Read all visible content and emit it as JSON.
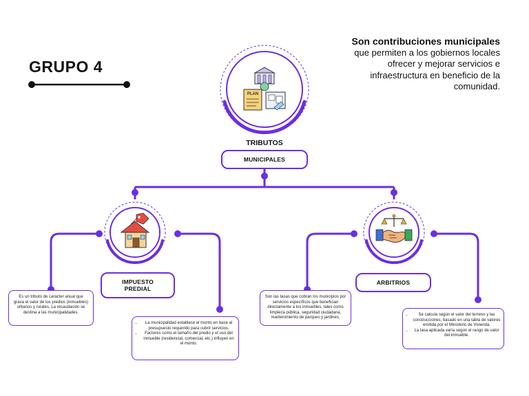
{
  "header": {
    "group_title": "GRUPO 4"
  },
  "intro": {
    "lead": "Son contribuciones municipales",
    "line2": "que permiten a los gobiernos locales",
    "line3": "ofrecer y mejorar servicios e",
    "line4": "infraestructura en beneficio de la",
    "line5": "comunidad."
  },
  "root": {
    "title": "TRIBUTOS",
    "subtitle": "MUNICIPALES",
    "icon_text": "PLAN"
  },
  "impuesto": {
    "label_line1": "IMPUESTO",
    "label_line2": "PREDIAL",
    "desc": "Es un tributo de carácter anual que grava el valor de los predios (inmuebles) urbanos y rurales. La recaudación se destina a las municipalidades.",
    "bullets": [
      "La municipalidad establece el monto en base al presupuesto requerido para cubrir servicios.",
      "Factores como el tamaño del predio y el uso del inmueble (residencial, comercial, etc.) influyen en el monto."
    ]
  },
  "arbitrios": {
    "label": "ARBITRIOS",
    "desc": "Son las tasas que cobran los municipios por servicios específicos que benefician directamente a los inmuebles, tales como limpieza pública, seguridad ciudadana, mantenimiento de parques y jardines.",
    "bullets": [
      "Se calcula según el valor del terreno y las construcciones, basado en una tabla de valores emitida por el Ministerio de Vivienda.",
      "La tasa aplicada varía según el rango de valor del inmueble."
    ]
  },
  "colors": {
    "accent": "#6a2ee6",
    "text": "#111111"
  }
}
